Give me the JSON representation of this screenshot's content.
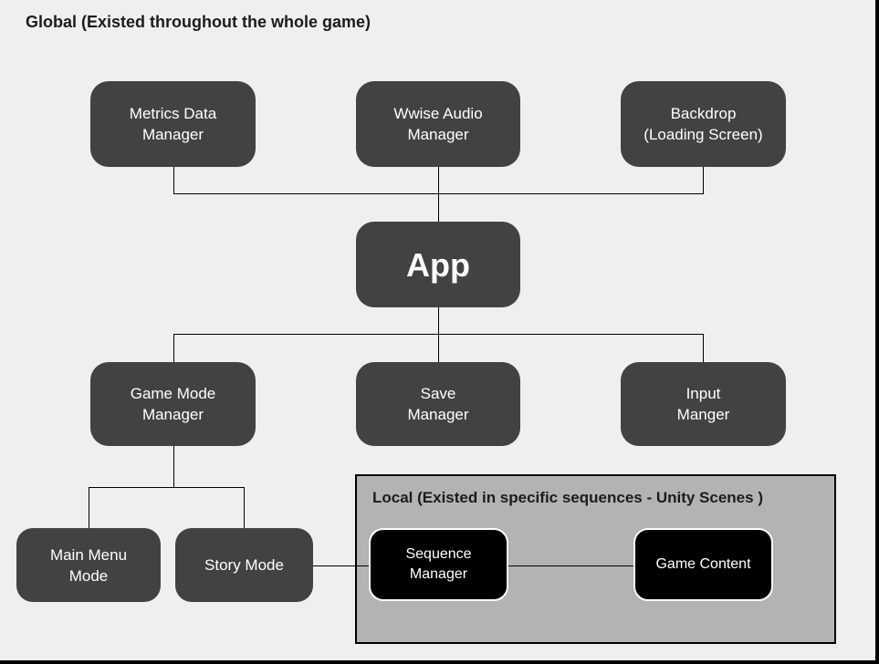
{
  "colors": {
    "background": "#efefef",
    "node_fill": "#424242",
    "node_text": "#ffffff",
    "black_node_fill": "#000000",
    "panel_fill": "#b3b3b3",
    "line": "#000000",
    "heading_text": "#1c1c1c"
  },
  "headings": {
    "global": "Global (Existed throughout the whole game)",
    "local": "Local (Existed in specific sequences - Unity Scenes )"
  },
  "nodes": {
    "metrics_data_manager": "Metrics Data\nManager",
    "wwise_audio_manager": "Wwise Audio\nManager",
    "backdrop": "Backdrop\n(Loading Screen)",
    "app": "App",
    "game_mode_manager": "Game Mode\nManager",
    "save_manager": "Save\nManager",
    "input_manger": "Input\nManger",
    "main_menu_mode": "Main Menu\nMode",
    "story_mode": "Story Mode",
    "sequence_manager": "Sequence\nManager",
    "game_content": "Game Content"
  },
  "edges": [
    {
      "from": "metrics_data_manager",
      "to": "app"
    },
    {
      "from": "wwise_audio_manager",
      "to": "app"
    },
    {
      "from": "backdrop",
      "to": "app"
    },
    {
      "from": "app",
      "to": "game_mode_manager"
    },
    {
      "from": "app",
      "to": "save_manager"
    },
    {
      "from": "app",
      "to": "input_manger"
    },
    {
      "from": "game_mode_manager",
      "to": "main_menu_mode"
    },
    {
      "from": "game_mode_manager",
      "to": "story_mode"
    },
    {
      "from": "story_mode",
      "to": "sequence_manager"
    },
    {
      "from": "sequence_manager",
      "to": "game_content"
    }
  ]
}
